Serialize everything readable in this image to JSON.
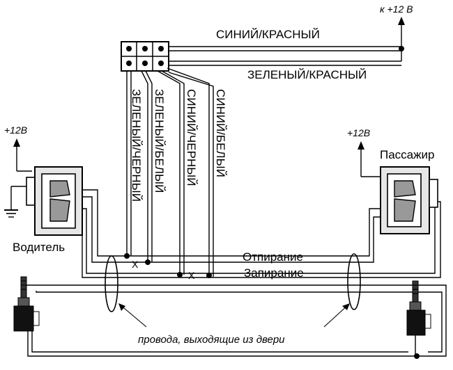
{
  "top_supply_label": "к +12 В",
  "wire_top_label": "СИНИЙ/КРАСНЫЙ",
  "wire_second_label": "ЗЕЛЕНЫЙ/КРАСНЫЙ",
  "vertical_wires": [
    "ЗЕЛЕНЫЙ/ЧЕРНЫЙ",
    "ЗЕЛЕНЫЙ/БЕЛЫЙ",
    "СИНИЙ/ЧЕРНЫЙ",
    "СИНИЙ/БЕЛЫЙ"
  ],
  "driver_supply_label": "+12В",
  "passenger_supply_label": "+12В",
  "driver_label": "Водитель",
  "passenger_label": "Пассажир",
  "unlock_label": "Отпирание",
  "lock_label": "Запирание",
  "door_wires_note": "провода, выходящие из двери",
  "cross_mark": "X"
}
